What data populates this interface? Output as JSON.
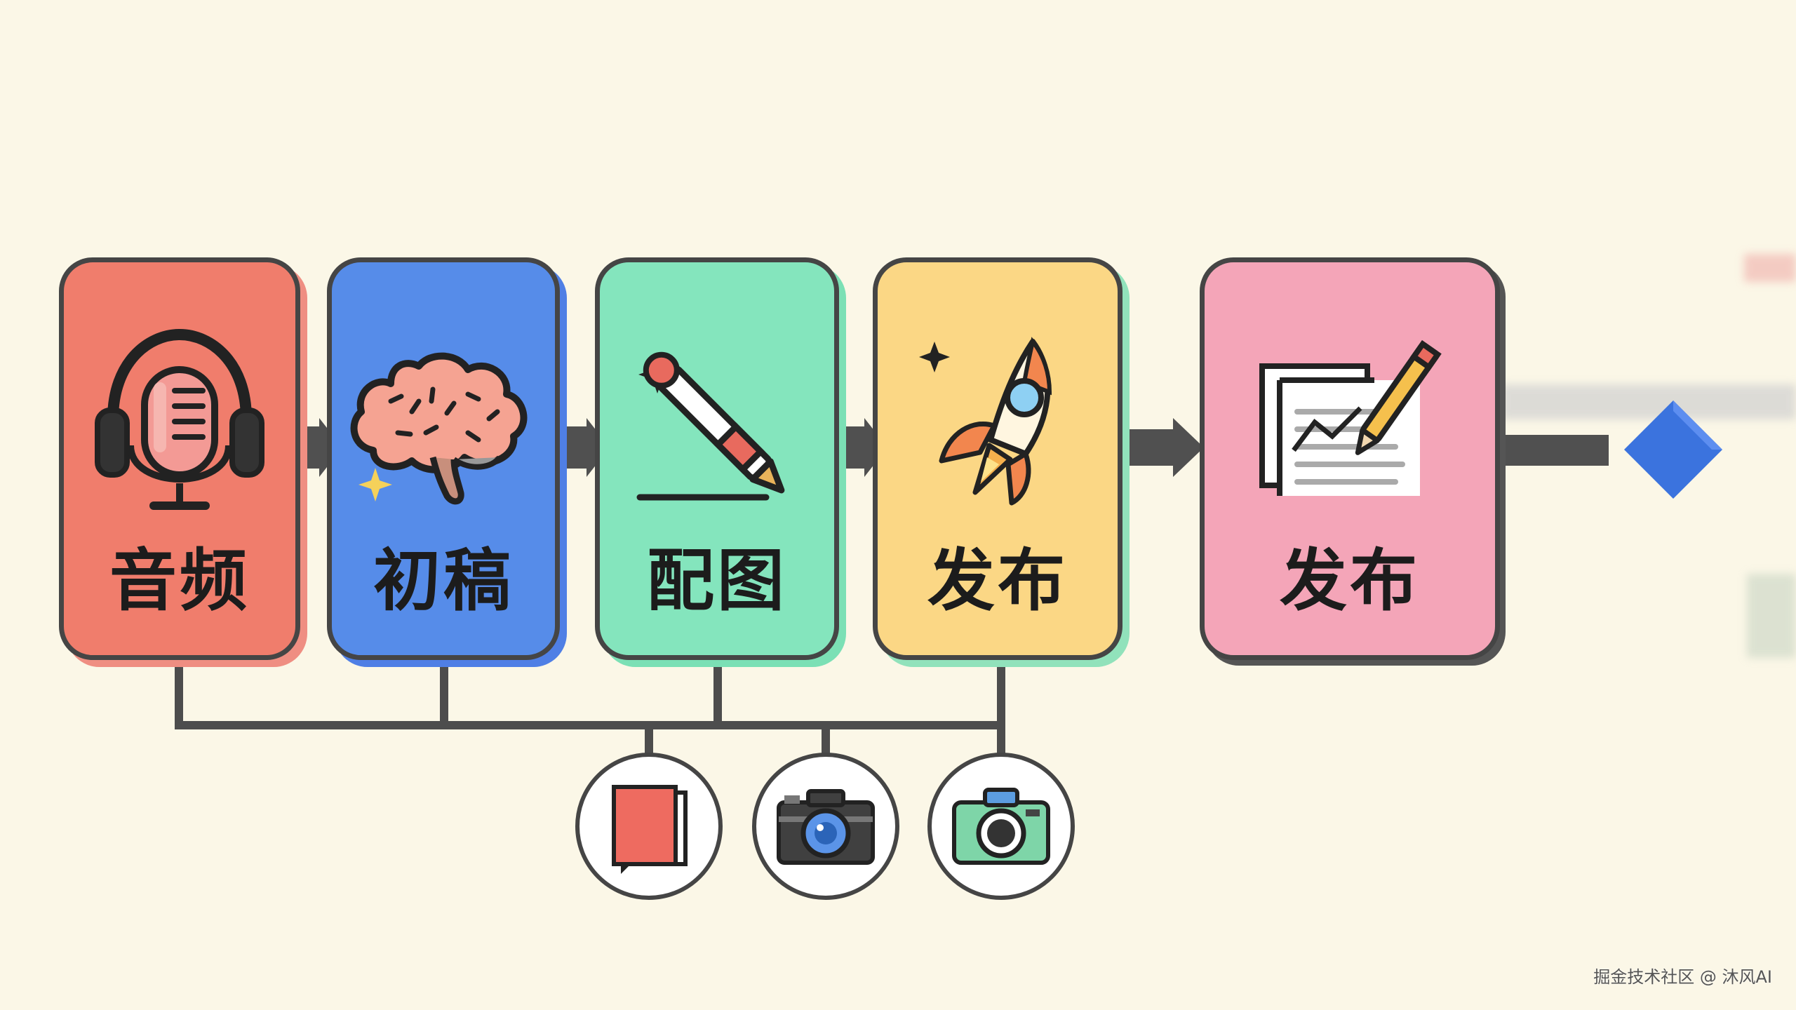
{
  "steps": [
    {
      "label": "音频",
      "icon": "headphone-microphone-icon",
      "color": "#f07d6c",
      "shadow": "#ef8e82"
    },
    {
      "label": "初稿",
      "icon": "brain-icon",
      "color": "#568ce9",
      "shadow": "#4f7fe5"
    },
    {
      "label": "配图",
      "icon": "pencil-stars-icon",
      "color": "#84e5bd",
      "shadow": "#7be0b5"
    },
    {
      "label": "发布",
      "icon": "rocket-icon",
      "color": "#fbd785",
      "shadow": "#91e2bb"
    },
    {
      "label": "发布",
      "icon": "document-pencil-icon",
      "color": "#f4a5b8",
      "shadow": "#f4a5b8"
    }
  ],
  "tools": [
    {
      "icon": "red-book-icon"
    },
    {
      "icon": "dark-camera-icon"
    },
    {
      "icon": "green-camera-icon"
    }
  ],
  "end_marker": {
    "icon": "blue-diamond-icon",
    "color": "#3b73de"
  },
  "watermark": "掘金技术社区 @ 沐风AI"
}
